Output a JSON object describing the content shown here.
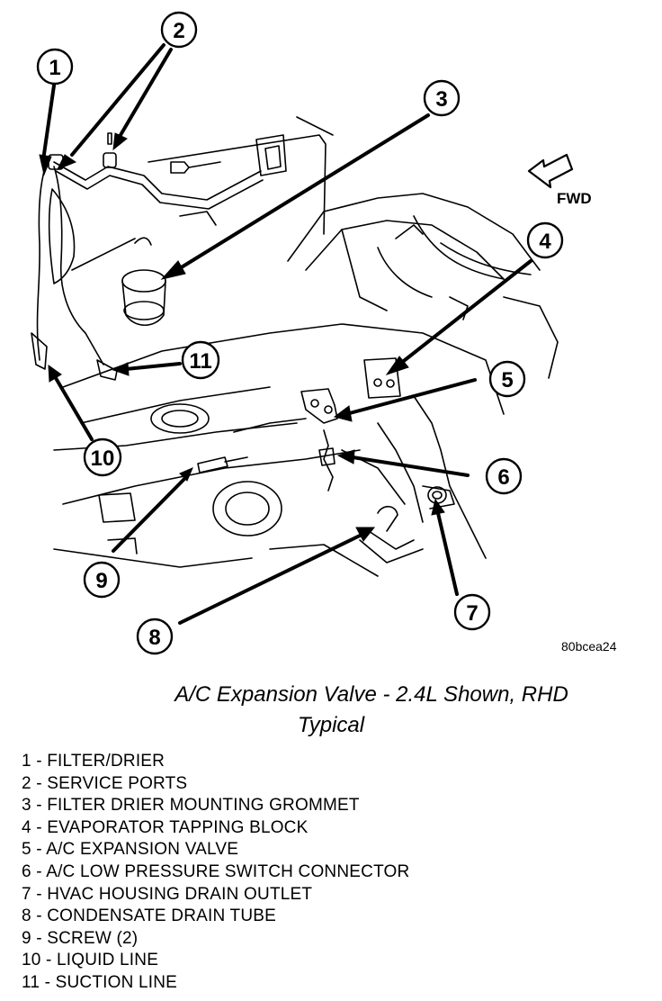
{
  "figure": {
    "fwd_label": "FWD",
    "figure_id": "80bcea24",
    "callouts": [
      "1",
      "2",
      "3",
      "4",
      "5",
      "6",
      "7",
      "8",
      "9",
      "10",
      "11"
    ]
  },
  "caption": {
    "line1": "A/C Expansion Valve - 2.4L Shown, RHD",
    "line2": "Typical"
  },
  "legend": [
    "1 - FILTER/DRIER",
    "2 - SERVICE PORTS",
    "3 - FILTER DRIER MOUNTING GROMMET",
    "4 - EVAPORATOR TAPPING BLOCK",
    "5 - A/C EXPANSION VALVE",
    "6 - A/C LOW PRESSURE SWITCH CONNECTOR",
    "7 - HVAC HOUSING DRAIN OUTLET",
    "8 - CONDENSATE DRAIN TUBE",
    "9 - SCREW (2)",
    "10 - LIQUID LINE",
    "11 - SUCTION LINE"
  ]
}
